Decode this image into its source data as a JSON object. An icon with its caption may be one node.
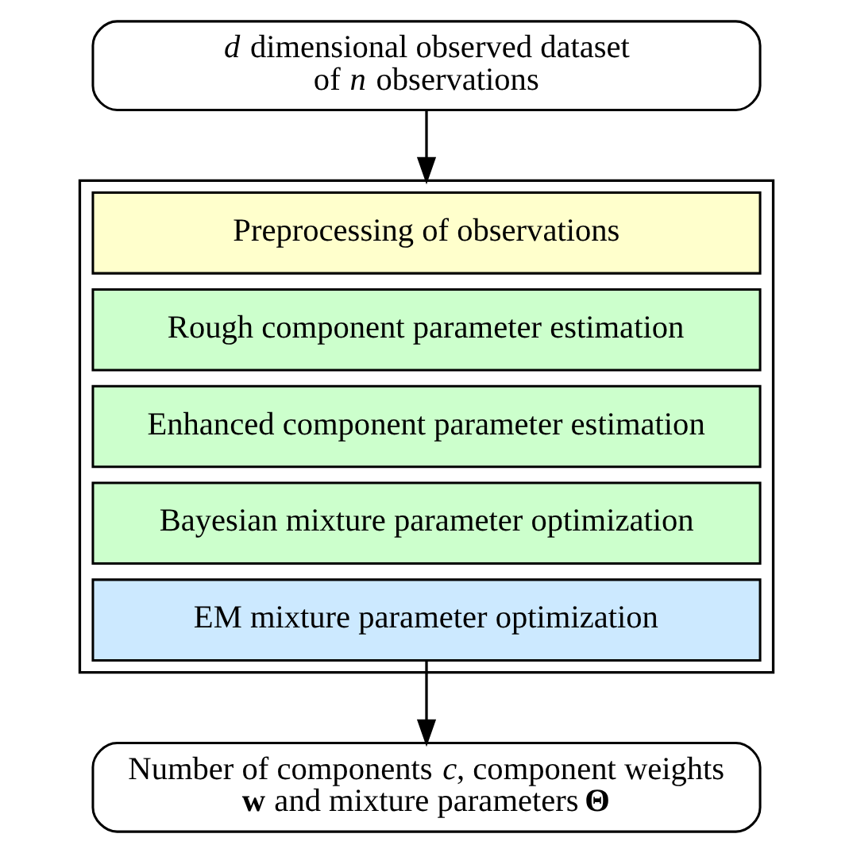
{
  "diagram": {
    "nodes": [
      {
        "text": [
          "*d* dimensional observed dataset of *n* observations"
        ]
      },
      {
        "text": [],
        "shape": "box"
      },
      {
        "text": [
          "Preprocessing of observations"
        ],
        "in": 1
      },
      {
        "text": [
          "Rough component parameter estimation"
        ],
        "in": 1
      },
      {
        "text": [
          "Enhanced component parameter estimation"
        ],
        "in": 1
      },
      {
        "text": [
          "Bayesian mixture parameter optimization"
        ],
        "in": 1
      },
      {
        "text": [
          "EM mixture parameter optimization"
        ],
        "in": 1
      },
      {
        "text": [
          "Number of components *c*, component weights **w** and mixture parameters **Θ**"
        ]
      }
    ],
    "edges": [
      {
        "from": 0,
        "to": 1,
        "arrow": "to"
      },
      {
        "from": 1,
        "to": 7,
        "arrow": "to"
      }
    ]
  }
}
